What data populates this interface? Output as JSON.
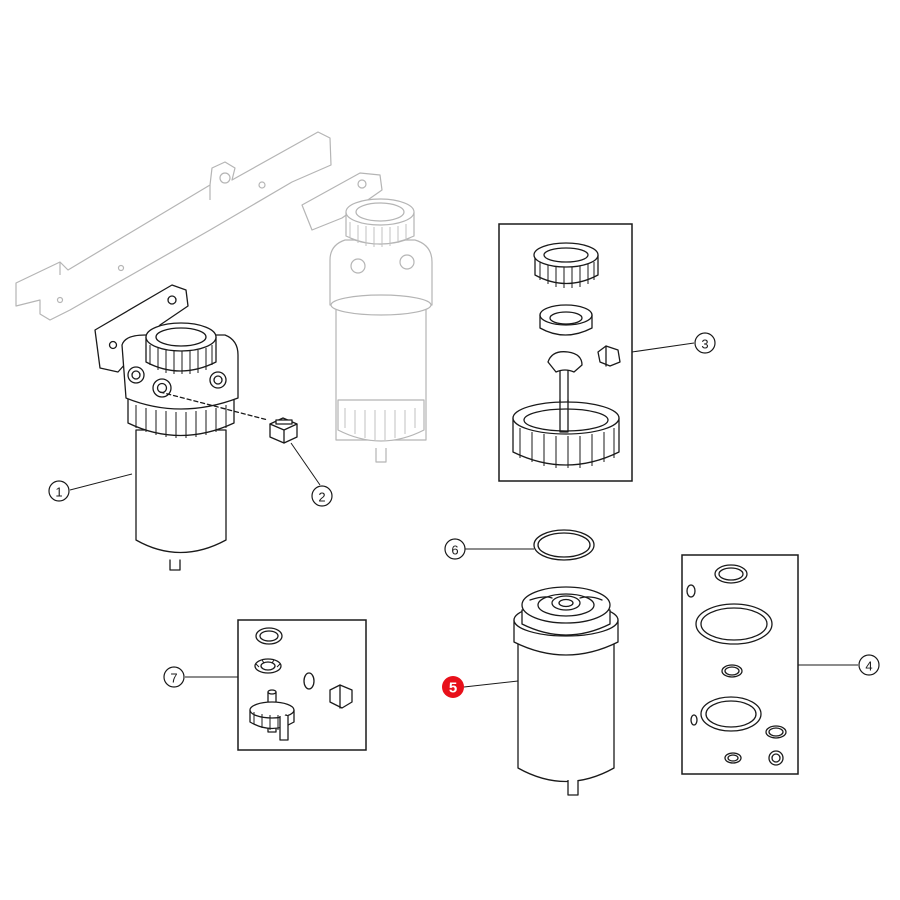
{
  "callouts": [
    {
      "id": "1",
      "label": "1",
      "highlighted": false
    },
    {
      "id": "2",
      "label": "2",
      "highlighted": false
    },
    {
      "id": "3",
      "label": "3",
      "highlighted": false
    },
    {
      "id": "4",
      "label": "4",
      "highlighted": false
    },
    {
      "id": "5",
      "label": "5",
      "highlighted": true
    },
    {
      "id": "6",
      "label": "6",
      "highlighted": false
    },
    {
      "id": "7",
      "label": "7",
      "highlighted": false
    }
  ],
  "colors": {
    "line": "#1a1a1a",
    "ghost": "#b5b5b5",
    "highlight": "#e8101a",
    "background": "#ffffff"
  }
}
